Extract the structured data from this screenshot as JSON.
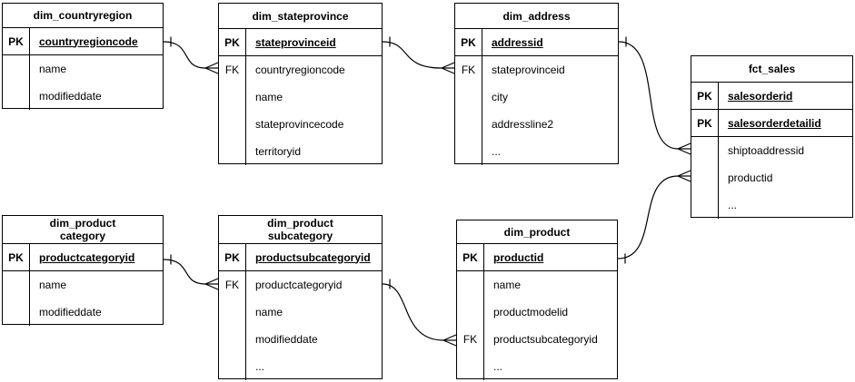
{
  "diagram": {
    "tables": [
      {
        "id": "dim_countryregion",
        "title_lines": [
          "dim_countryregion"
        ],
        "rows": [
          {
            "key": "PK",
            "name": "countryregioncode",
            "pk": true
          },
          {
            "key": "",
            "name": "name"
          },
          {
            "key": "",
            "name": "modifieddate"
          }
        ]
      },
      {
        "id": "dim_stateprovince",
        "title_lines": [
          "dim_stateprovince"
        ],
        "rows": [
          {
            "key": "PK",
            "name": "stateprovinceid",
            "pk": true
          },
          {
            "key": "FK",
            "name": "countryregioncode"
          },
          {
            "key": "",
            "name": "name"
          },
          {
            "key": "",
            "name": "stateprovincecode"
          },
          {
            "key": "",
            "name": "territoryid"
          }
        ]
      },
      {
        "id": "dim_address",
        "title_lines": [
          "dim_address"
        ],
        "rows": [
          {
            "key": "PK",
            "name": "addressid",
            "pk": true
          },
          {
            "key": "FK",
            "name": "stateprovinceid"
          },
          {
            "key": "",
            "name": "city"
          },
          {
            "key": "",
            "name": "addressline2"
          },
          {
            "key": "",
            "name": "..."
          }
        ]
      },
      {
        "id": "fct_sales",
        "title_lines": [
          "fct_sales"
        ],
        "rows": [
          {
            "key": "PK",
            "name": "salesorderid",
            "pk": true
          },
          {
            "key": "PK",
            "name": "salesorderdetailid",
            "pk": true
          },
          {
            "key": "",
            "name": "shiptoaddressid"
          },
          {
            "key": "",
            "name": "productid"
          },
          {
            "key": "",
            "name": "..."
          }
        ]
      },
      {
        "id": "dim_productcategory",
        "title_lines": [
          "dim_product",
          "category"
        ],
        "rows": [
          {
            "key": "PK",
            "name": "productcategoryid",
            "pk": true
          },
          {
            "key": "",
            "name": "name"
          },
          {
            "key": "",
            "name": "modifieddate"
          }
        ]
      },
      {
        "id": "dim_productsubcategory",
        "title_lines": [
          "dim_product",
          "subcategory"
        ],
        "rows": [
          {
            "key": "PK",
            "name": "productsubcategoryid",
            "pk": true
          },
          {
            "key": "FK",
            "name": "productcategoryid"
          },
          {
            "key": "",
            "name": "name"
          },
          {
            "key": "",
            "name": "modifieddate"
          },
          {
            "key": "",
            "name": "..."
          }
        ]
      },
      {
        "id": "dim_product",
        "title_lines": [
          "dim_product"
        ],
        "rows": [
          {
            "key": "PK",
            "name": "productid",
            "pk": true
          },
          {
            "key": "",
            "name": "name"
          },
          {
            "key": "",
            "name": "productmodelid"
          },
          {
            "key": "FK",
            "name": "productsubcategoryid"
          },
          {
            "key": "",
            "name": "..."
          }
        ]
      }
    ],
    "relationships": [
      {
        "from": "dim_countryregion",
        "to": "dim_stateprovince",
        "cardinality": "one-to-many"
      },
      {
        "from": "dim_stateprovince",
        "to": "dim_address",
        "cardinality": "one-to-many"
      },
      {
        "from": "dim_address",
        "to": "fct_sales",
        "cardinality": "one-to-many"
      },
      {
        "from": "dim_product",
        "to": "fct_sales",
        "cardinality": "one-to-many"
      },
      {
        "from": "dim_productcategory",
        "to": "dim_productsubcategory",
        "cardinality": "one-to-many"
      },
      {
        "from": "dim_productsubcategory",
        "to": "dim_product",
        "cardinality": "one-to-many"
      }
    ],
    "line_color": "#000000",
    "background_color": "#ffffff"
  }
}
